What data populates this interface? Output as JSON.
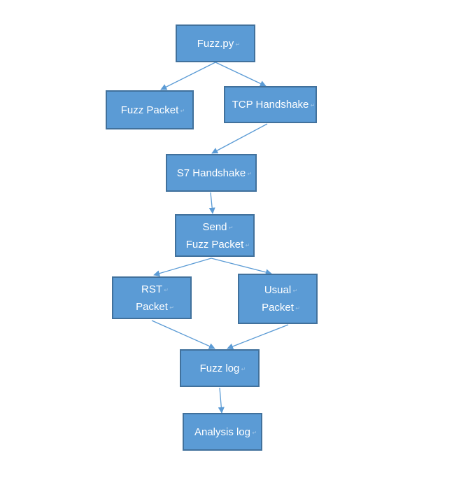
{
  "nodes": {
    "fuzz_py": {
      "lines": [
        "Fuzz.py"
      ]
    },
    "fuzz_packet": {
      "lines": [
        "Fuzz Packet"
      ]
    },
    "tcp_handshake": {
      "lines": [
        "TCP Handshake"
      ]
    },
    "s7_handshake": {
      "lines": [
        "S7 Handshake"
      ]
    },
    "send_fuzz_packet": {
      "lines": [
        "Send",
        "Fuzz Packet"
      ]
    },
    "rst_packet": {
      "lines": [
        "RST",
        "Packet"
      ]
    },
    "usual_packet": {
      "lines": [
        "Usual",
        "Packet"
      ]
    },
    "fuzz_log": {
      "lines": [
        "Fuzz log"
      ]
    },
    "analysis_log": {
      "lines": [
        "Analysis log"
      ]
    }
  },
  "edges": [
    {
      "from": "fuzz_py",
      "to": "fuzz_packet"
    },
    {
      "from": "fuzz_py",
      "to": "tcp_handshake"
    },
    {
      "from": "tcp_handshake",
      "to": "s7_handshake"
    },
    {
      "from": "s7_handshake",
      "to": "send_fuzz_packet"
    },
    {
      "from": "send_fuzz_packet",
      "to": "rst_packet"
    },
    {
      "from": "send_fuzz_packet",
      "to": "usual_packet"
    },
    {
      "from": "rst_packet",
      "to": "fuzz_log"
    },
    {
      "from": "usual_packet",
      "to": "fuzz_log"
    },
    {
      "from": "fuzz_log",
      "to": "analysis_log"
    }
  ],
  "colors": {
    "box_fill": "#5b9bd5",
    "box_border": "#41719c",
    "arrow": "#5b9bd5",
    "text": "#ffffff"
  }
}
